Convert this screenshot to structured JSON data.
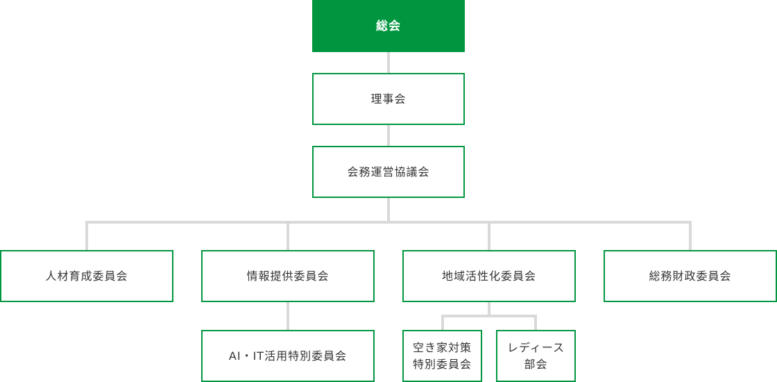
{
  "nodes": {
    "general_meeting": "総会",
    "board": "理事会",
    "operations_council": "会務運営協議会",
    "hr_committee": "人材育成委員会",
    "info_committee": "情報提供委員会",
    "regional_committee": "地域活性化委員会",
    "finance_committee": "総務財政委員会",
    "ai_it_committee": "AI・IT活用特別委員会",
    "vacant_house_committee": "空き家対策\n特別委員会",
    "ladies_section": "レディース\n部会"
  },
  "colors": {
    "accent": "#00963f",
    "connector": "#d9d9d9",
    "text": "#333333"
  }
}
